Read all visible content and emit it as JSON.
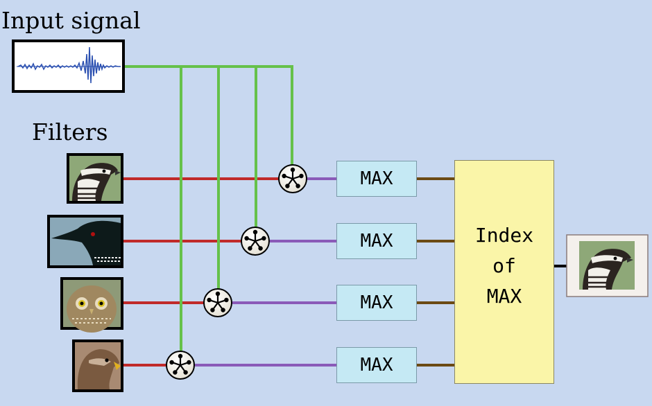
{
  "input_label": "Input signal",
  "filters_label": "Filters",
  "max_labels": [
    "MAX",
    "MAX",
    "MAX",
    "MAX"
  ],
  "index_lines": [
    "Index",
    "of",
    "MAX"
  ],
  "colors": {
    "background": "#c8d8f0",
    "signal_wire": "#66c14a",
    "filter_wire": "#c02a2a",
    "conv_wire": "#8a5ab8",
    "max_wire": "#6b4a14",
    "output_wire": "#000000",
    "max_box": "#c5e9f4",
    "index_box": "#faf5a8",
    "waveform": "#2a4fb0"
  },
  "icons": {
    "filters": [
      "bobwhite-quail-icon",
      "loon-icon",
      "owl-icon",
      "hawk-icon"
    ],
    "output": "bobwhite-quail-icon",
    "convolution": "convolution-operator-icon",
    "signal": "waveform-icon"
  }
}
